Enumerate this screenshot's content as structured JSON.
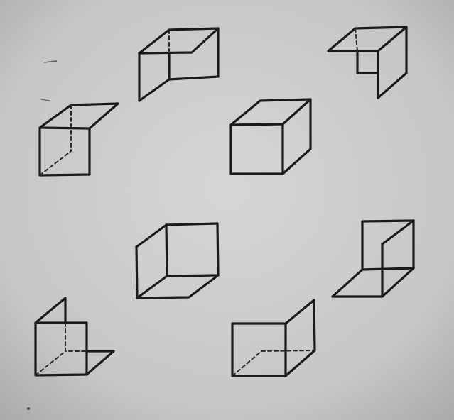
{
  "photo": {
    "paper_color_center": "#cfcfcf",
    "paper_color_edge": "#a9a9a9",
    "ink_color": "#1a1a1a"
  },
  "drawing": {
    "figures": [
      {
        "name": "top-open-box-figure"
      },
      {
        "name": "top-right-corner-figure"
      },
      {
        "name": "left-cube-top-flap-figure"
      },
      {
        "name": "solid-cube-figure"
      },
      {
        "name": "middle-open-cube-figure"
      },
      {
        "name": "right-corner-figure"
      },
      {
        "name": "bottom-left-corner-figure"
      },
      {
        "name": "bottom-open-box-figure"
      }
    ]
  }
}
